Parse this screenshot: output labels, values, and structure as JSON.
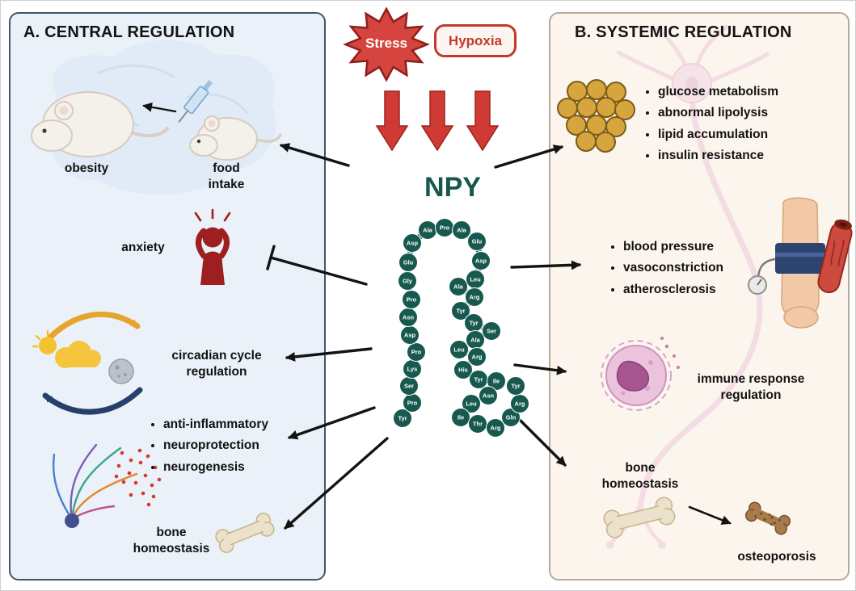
{
  "colors": {
    "npy_teal": "#17594f",
    "accent_red": "#cf3a34",
    "central_panel_bg": "#eaf1f8",
    "central_panel_border": "#41556e",
    "systemic_panel_bg": "#fbf5ed",
    "systemic_panel_border": "#b7a99b"
  },
  "center": {
    "stress_label": "Stress",
    "hypoxia_label": "Hypoxia",
    "npy_label": "NPY",
    "residues": [
      "Tyr",
      "Pro",
      "Ser",
      "Lys",
      "Pro",
      "Asp",
      "Asn",
      "Pro",
      "Gly",
      "Glu",
      "Asp",
      "Ala",
      "Pro",
      "Ala",
      "Glu",
      "Asp",
      "Leu",
      "Ala",
      "Arg",
      "Tyr",
      "Tyr",
      "Ser",
      "Ala",
      "Leu",
      "Arg",
      "His",
      "Tyr",
      "Ile",
      "Asn",
      "Leu",
      "Ile",
      "Thr",
      "Arg",
      "Gln",
      "Arg",
      "Tyr"
    ]
  },
  "central_panel": {
    "title": "A. CENTRAL REGULATION",
    "obesity_label": "obesity",
    "food_intake_label": "food intake",
    "anxiety_label": "anxiety",
    "circadian_label": "circadian cycle regulation",
    "neuro_effects": [
      "anti-inflammatory",
      "neuroprotection",
      "neurogenesis"
    ],
    "bone_label": "bone homeostasis"
  },
  "systemic_panel": {
    "title": "B. SYSTEMIC REGULATION",
    "metabolic_effects": [
      "glucose metabolism",
      "abnormal lipolysis",
      "lipid accumulation",
      "insulin resistance"
    ],
    "vascular_effects": [
      "blood pressure",
      "vasoconstriction",
      "atherosclerosis"
    ],
    "immune_label": "immune response regulation",
    "bone_label": "bone homeostasis",
    "osteoporosis_label": "osteoporosis"
  }
}
